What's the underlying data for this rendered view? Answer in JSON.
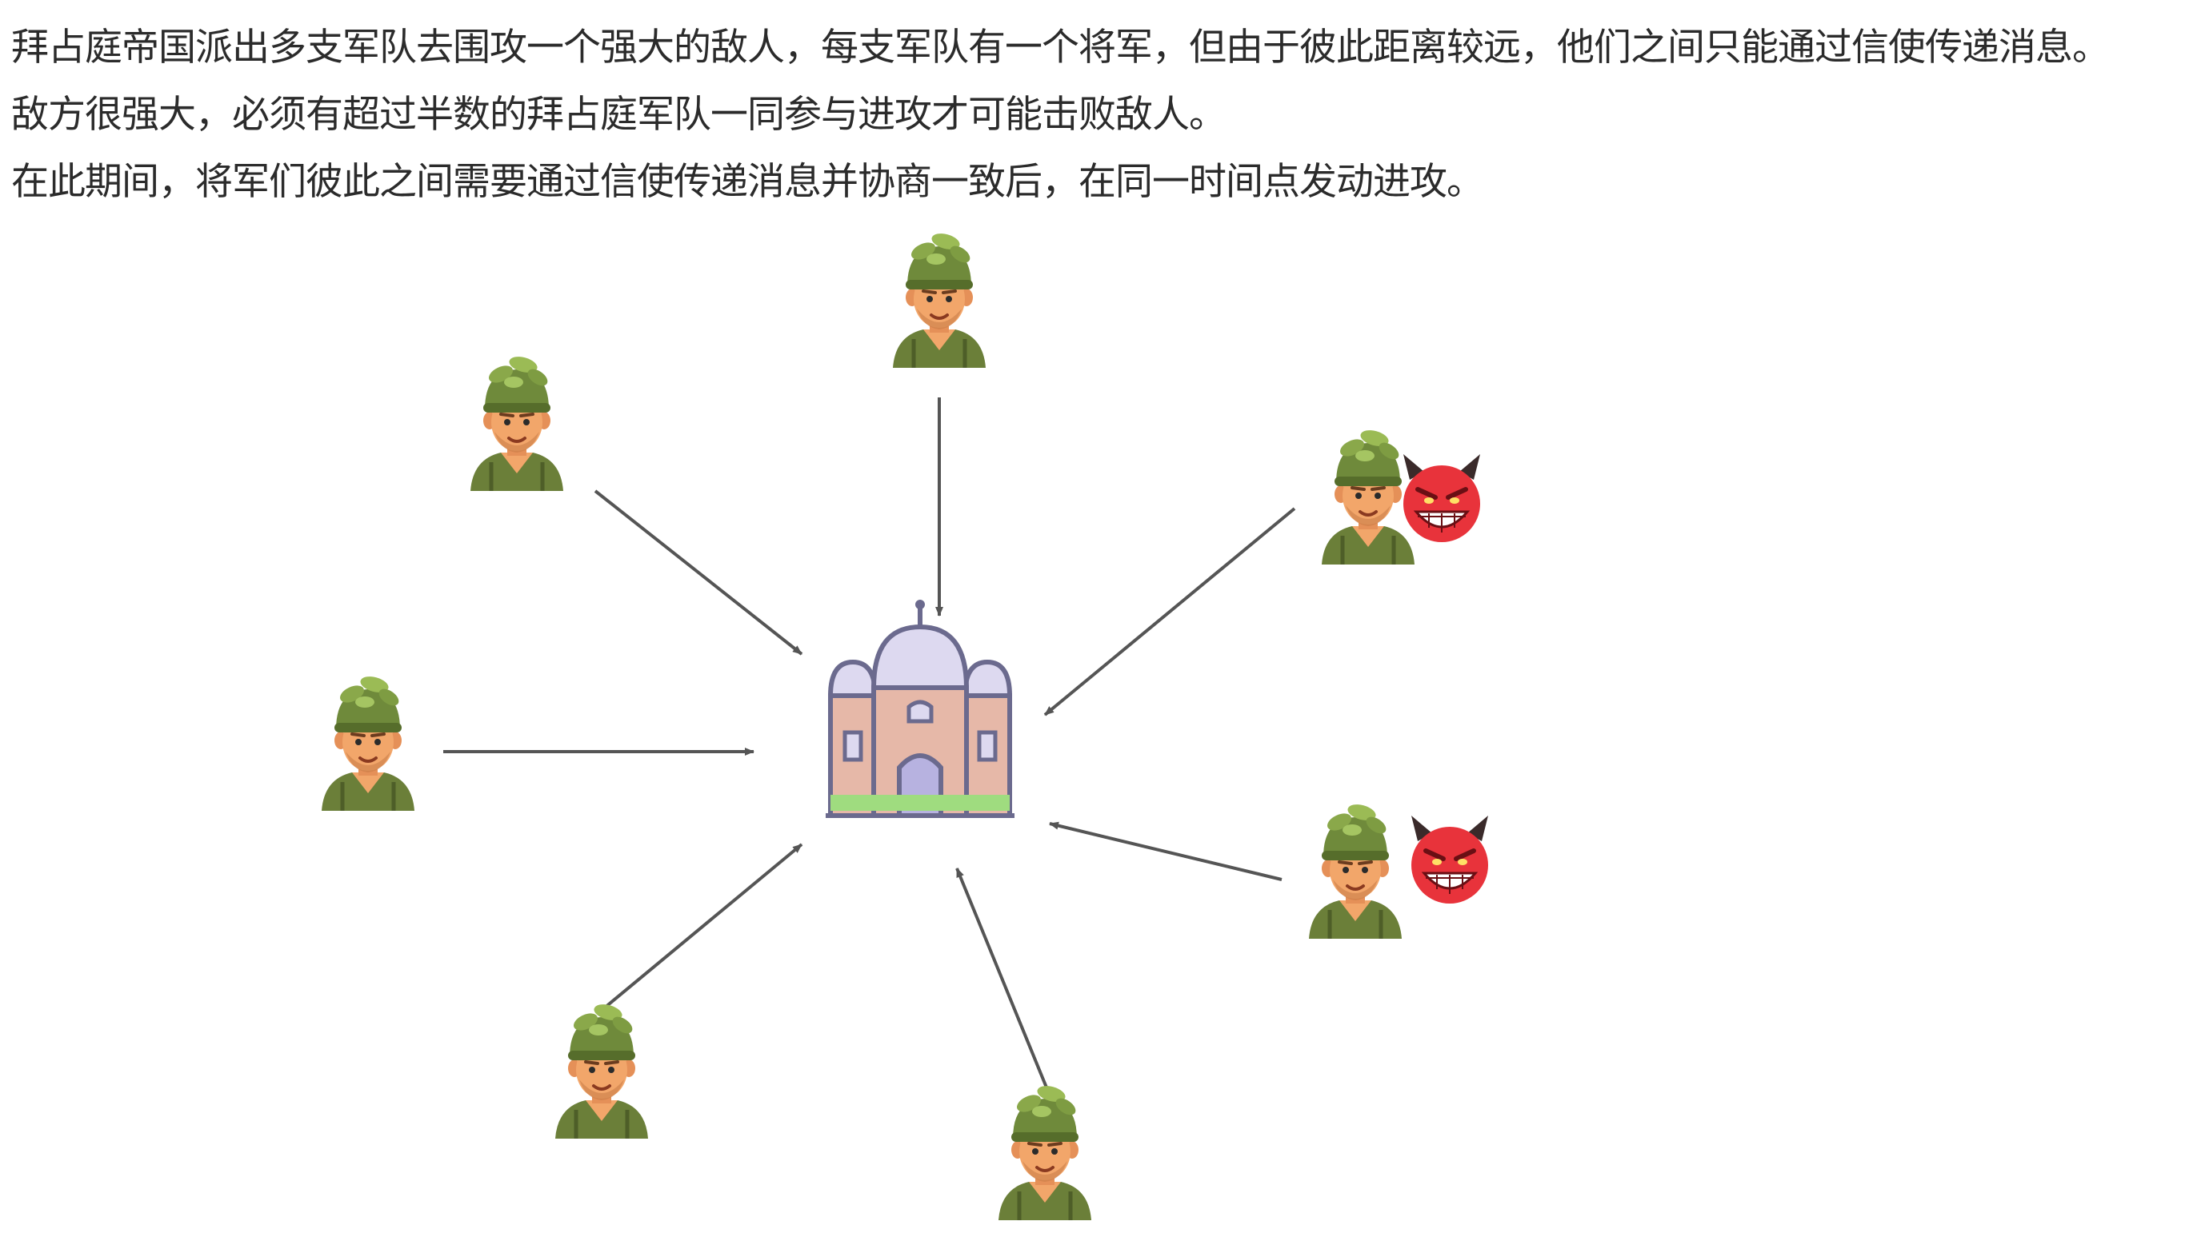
{
  "paragraphs": [
    "拜占庭帝国派出多支军队去围攻一个强大的敌人，每支军队有一个将军，但由于彼此距离较远，他们之间只能通过信使传递消息。",
    "敌方很强大，必须有超过半数的拜占庭军队一同参与进攻才可能击败敌人。",
    "在此期间，将军们彼此之间需要通过信使传递消息并协商一致后，在同一时间点发动进攻。"
  ],
  "diagram": {
    "center_icon": "castle-icon",
    "general_icon": "soldier-icon",
    "traitor_icon": "devil-face-icon",
    "generals_total": 7,
    "traitors": 2,
    "colors": {
      "arrow": "#555555",
      "helmet": "#6f8a3b",
      "skin": "#f2a66a",
      "uniform": "#6b7f39",
      "devil": "#e8333b",
      "castle_wall": "#e6b8a8",
      "castle_dome": "#ddd9f0",
      "castle_outline": "#6b6a8e",
      "castle_grass": "#9fdc7f"
    }
  }
}
